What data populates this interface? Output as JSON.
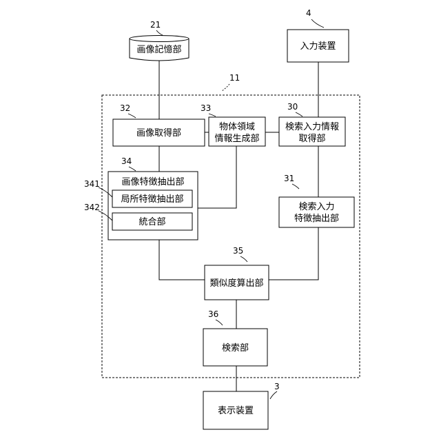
{
  "labels": {
    "image_storage": "画像記憶部",
    "input_device": "入力装置",
    "image_acquisition": "画像取得部",
    "object_region_1": "物体領域",
    "object_region_2": "情報生成部",
    "search_input_acq_1": "検索入力情報",
    "search_input_acq_2": "取得部",
    "image_feature": "画像特徴抽出部",
    "local_feature": "局所特徴抽出部",
    "integration": "統合部",
    "search_input_feat_1": "検索入力",
    "search_input_feat_2": "特徴抽出部",
    "similarity": "類似度算出部",
    "search": "検索部",
    "display": "表示装置"
  },
  "refs": {
    "r21": "21",
    "r4": "4",
    "r11": "11",
    "r32": "32",
    "r33": "33",
    "r30": "30",
    "r34": "34",
    "r341": "341",
    "r342": "342",
    "r31": "31",
    "r35": "35",
    "r36": "36",
    "r3": "3"
  }
}
